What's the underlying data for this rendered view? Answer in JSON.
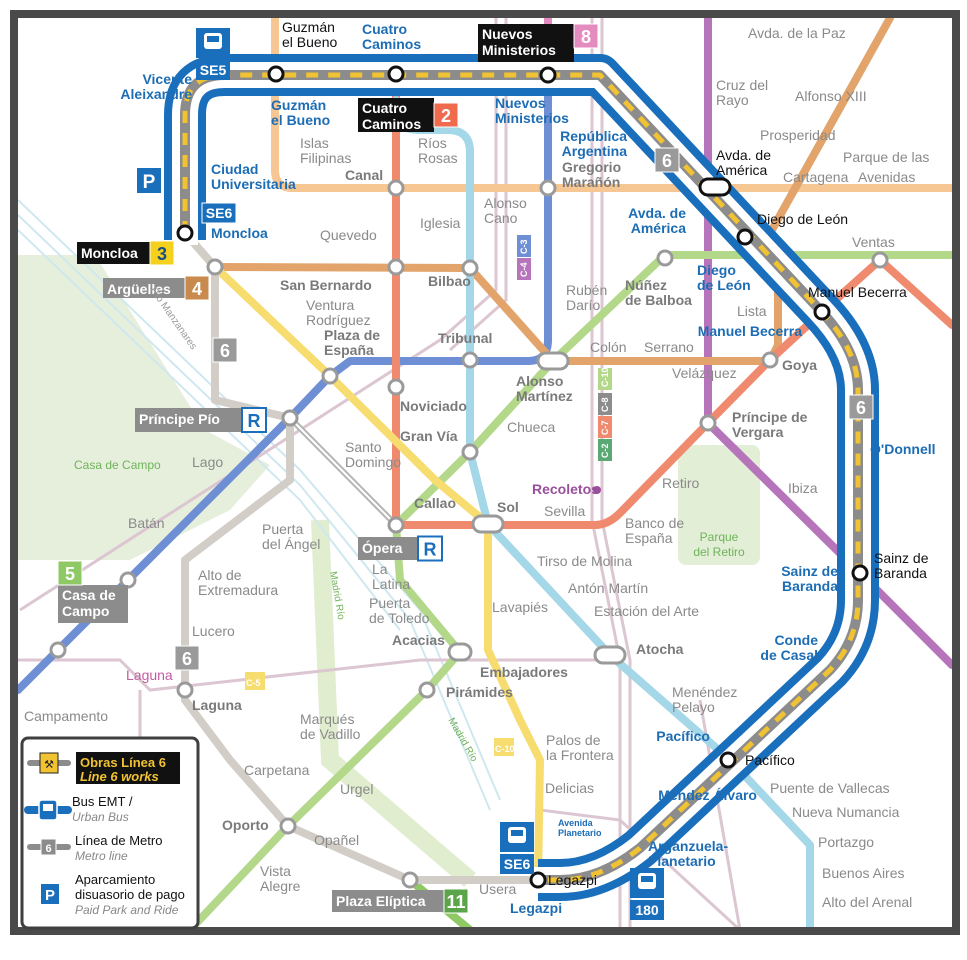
{
  "map": {
    "line_colors": {
      "l1": "#9fd4e6",
      "l2": "#f08a6e",
      "l3": "#f7dc6f",
      "l4": "#e2a46a",
      "l5": "#b4d88a",
      "l6": "#8c8c8c",
      "l6_works": "#f1c232",
      "l7": "#f6c793",
      "l8": "#e48cbf",
      "l9": "#b675bb",
      "l10": "#6f8fd4",
      "l11": "#8fc965",
      "ramal": "#c8c8c8",
      "bus": "#1a6fbd",
      "cercanias": "#dcc6d2"
    },
    "ring_bus_stops": [
      "Vicente\nAleixandre",
      "Guzmán\nel Bueno",
      "Ciudad\nUniversitaria",
      "Moncloa",
      "Nuevos\nMinisterios",
      "República\nArgentina",
      "Avda. de\nAmérica",
      "Diego\nde León",
      "Manuel Becerra",
      "O'Donnell",
      "Sainz de\nBaranda",
      "Conde\nde Casal",
      "Pacífico",
      "Méndez Álvaro",
      "Arganzuela-\nPlanetario",
      "Legazpi",
      "Cuatro\nCaminos"
    ],
    "line6_stations": [
      "Guzmán\nel Bueno",
      "Avda. de\nAmérica",
      "Diego de León",
      "Manuel Becerra",
      "Sainz de\nBaranda",
      "Pacífico",
      "Legazpi"
    ],
    "boxed_stations": [
      {
        "name": "Nuevos\nMinisterios",
        "line": "8"
      },
      {
        "name": "Cuatro\nCaminos",
        "line": "2"
      },
      {
        "name": "Moncloa",
        "line": "3"
      },
      {
        "name": "Argüelles",
        "line": "4"
      },
      {
        "name": "Príncipe Pío",
        "line": "R"
      },
      {
        "name": "Ópera",
        "line": "R"
      },
      {
        "name": "Casa de\nCampo",
        "line": "5"
      },
      {
        "name": "Plaza Elíptica",
        "line": "11"
      }
    ],
    "line6_badges": [
      "6",
      "6",
      "6",
      "6"
    ],
    "major_stations": [
      "Canal",
      "Bilbao",
      "San Bernardo",
      "Plaza de\nEspaña",
      "Tribunal",
      "Noviciado",
      "Gran Vía",
      "Callao",
      "Sol",
      "Alonso\nMartínez",
      "Núñez\nde Balboa",
      "Goya",
      "Príncipe de\nVergara",
      "Acacias",
      "Embajadores",
      "Pirámides",
      "Atocha",
      "Laguna",
      "Oporto",
      "Gregorio\nMarañón"
    ],
    "stations": [
      "Islas\nFilipinas",
      "Ríos\nRosas",
      "Quevedo",
      "Iglesia",
      "Alonso\nCano",
      "Ventura\nRodríguez",
      "Rubén\nDarío",
      "Colón",
      "Serrano",
      "Velázquez",
      "Lista",
      "Santo\nDomingo",
      "Chueca",
      "Lago",
      "Batán",
      "Puerta\ndel Ángel",
      "Alto de\nExtremadura",
      "Lucero",
      "Campamento",
      "Marqués\nde Vadillo",
      "Carpetana",
      "Urgel",
      "Opañel",
      "Vista\nAlegre",
      "Usera",
      "Delicias",
      "Palos de\nla Frontera",
      "Lavapiés",
      "La\nLatina",
      "Puerta\nde Toledo",
      "Tirso de Molina",
      "Antón Martín",
      "Estación del Arte",
      "Menéndez\nPelayo",
      "Sevilla",
      "Banco de\nEspaña",
      "Retiro",
      "Ibiza",
      "Puente de Vallecas",
      "Nueva Numancia",
      "Portazgo",
      "Buenos Aires",
      "Alto del Arenal",
      "Ventas",
      "Cruz del\nRayo",
      "Avda. de la Paz",
      "Alfonso XIII",
      "Prosperidad",
      "Parque de las",
      "Avenidas",
      "Cartagena"
    ],
    "parks": [
      "Casa de Campo",
      "Parque\ndel Retiro"
    ],
    "rivers": [
      "Madrid Río",
      "Madrid Río",
      "Río Manzanares"
    ],
    "cercanias_stations": [
      "Recoletos"
    ],
    "cercanias_other": [
      "Laguna",
      "Avenida\nPlanetario"
    ],
    "cercanias_codes": [
      "C-3",
      "C-4",
      "C-10",
      "C-8",
      "C-7",
      "C-2",
      "C-5",
      "C-10"
    ],
    "bus_lines": {
      "se5": "SE5",
      "se6_top": "SE6",
      "se6_bottom": "SE6",
      "bus180": "180"
    },
    "parking": "P"
  },
  "legend": {
    "works_title": "Obras Línea 6",
    "works_subtitle": "Line 6 works",
    "bus_title": "Bus EMT /",
    "bus_subtitle": "Urban Bus",
    "metro_badge": "6",
    "metro_title": "Línea de Metro",
    "metro_subtitle": "Metro line",
    "parking_icon": "P",
    "parking_title_1": "Aparcamiento",
    "parking_title_2": "disuasorio de pago",
    "parking_subtitle": "Paid Park and Ride"
  }
}
